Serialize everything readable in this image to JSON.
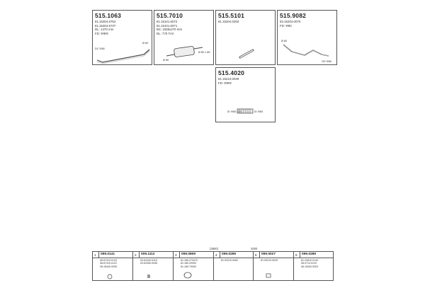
{
  "cards": [
    {
      "code": "515.1063",
      "meta": "81.15304.5753\n81.15304.5737\nDL: 1470 mm\nFD: ΦΦΦ",
      "labels": [
        "DC Φ80",
        "Ø 80"
      ]
    },
    {
      "code": "515.7010",
      "meta": "81.15101.6072\n81.15101.6071\nBX: 1835x270 mm\nDL: 770 Tml",
      "labels": [
        "Ø 80",
        "Ø 80 x 85"
      ]
    },
    {
      "code": "515.5101",
      "meta": "81.15204.0250",
      "labels": []
    },
    {
      "code": "515.9082",
      "meta": "83.15204.0070\nFD: Φ80",
      "labels": [
        "Ø 80",
        "OD Φ80"
      ]
    },
    {
      "code": "515.4020",
      "meta": "81.15210.0049\nFD: ΦΦΦ",
      "labels": [
        "ID Φ80 / ID",
        "ID Φ80"
      ]
    }
  ],
  "years": [
    "(3800)",
    "2000"
  ],
  "slots": [
    {
      "num": "1",
      "code": "099.0141",
      "text": "08.67410.0123\n08.67410.0122\n08.16440.0005"
    },
    {
      "num": "2",
      "code": "009.1112",
      "text": "03.61040.0115\n03.61050.0036"
    },
    {
      "num": "3",
      "code": "099.0809",
      "text": "81.180.273470\n81.180.20000\n81.180.70000"
    },
    {
      "num": "4",
      "code": "099.0289",
      "text": "81.00210.0062"
    },
    {
      "num": "5",
      "code": "099.0027",
      "text": "81.00210.0025"
    },
    {
      "num": "6",
      "code": "099.0289",
      "text": "81.22810.0143\n08.0714.0120\n08.15440.0003"
    }
  ]
}
